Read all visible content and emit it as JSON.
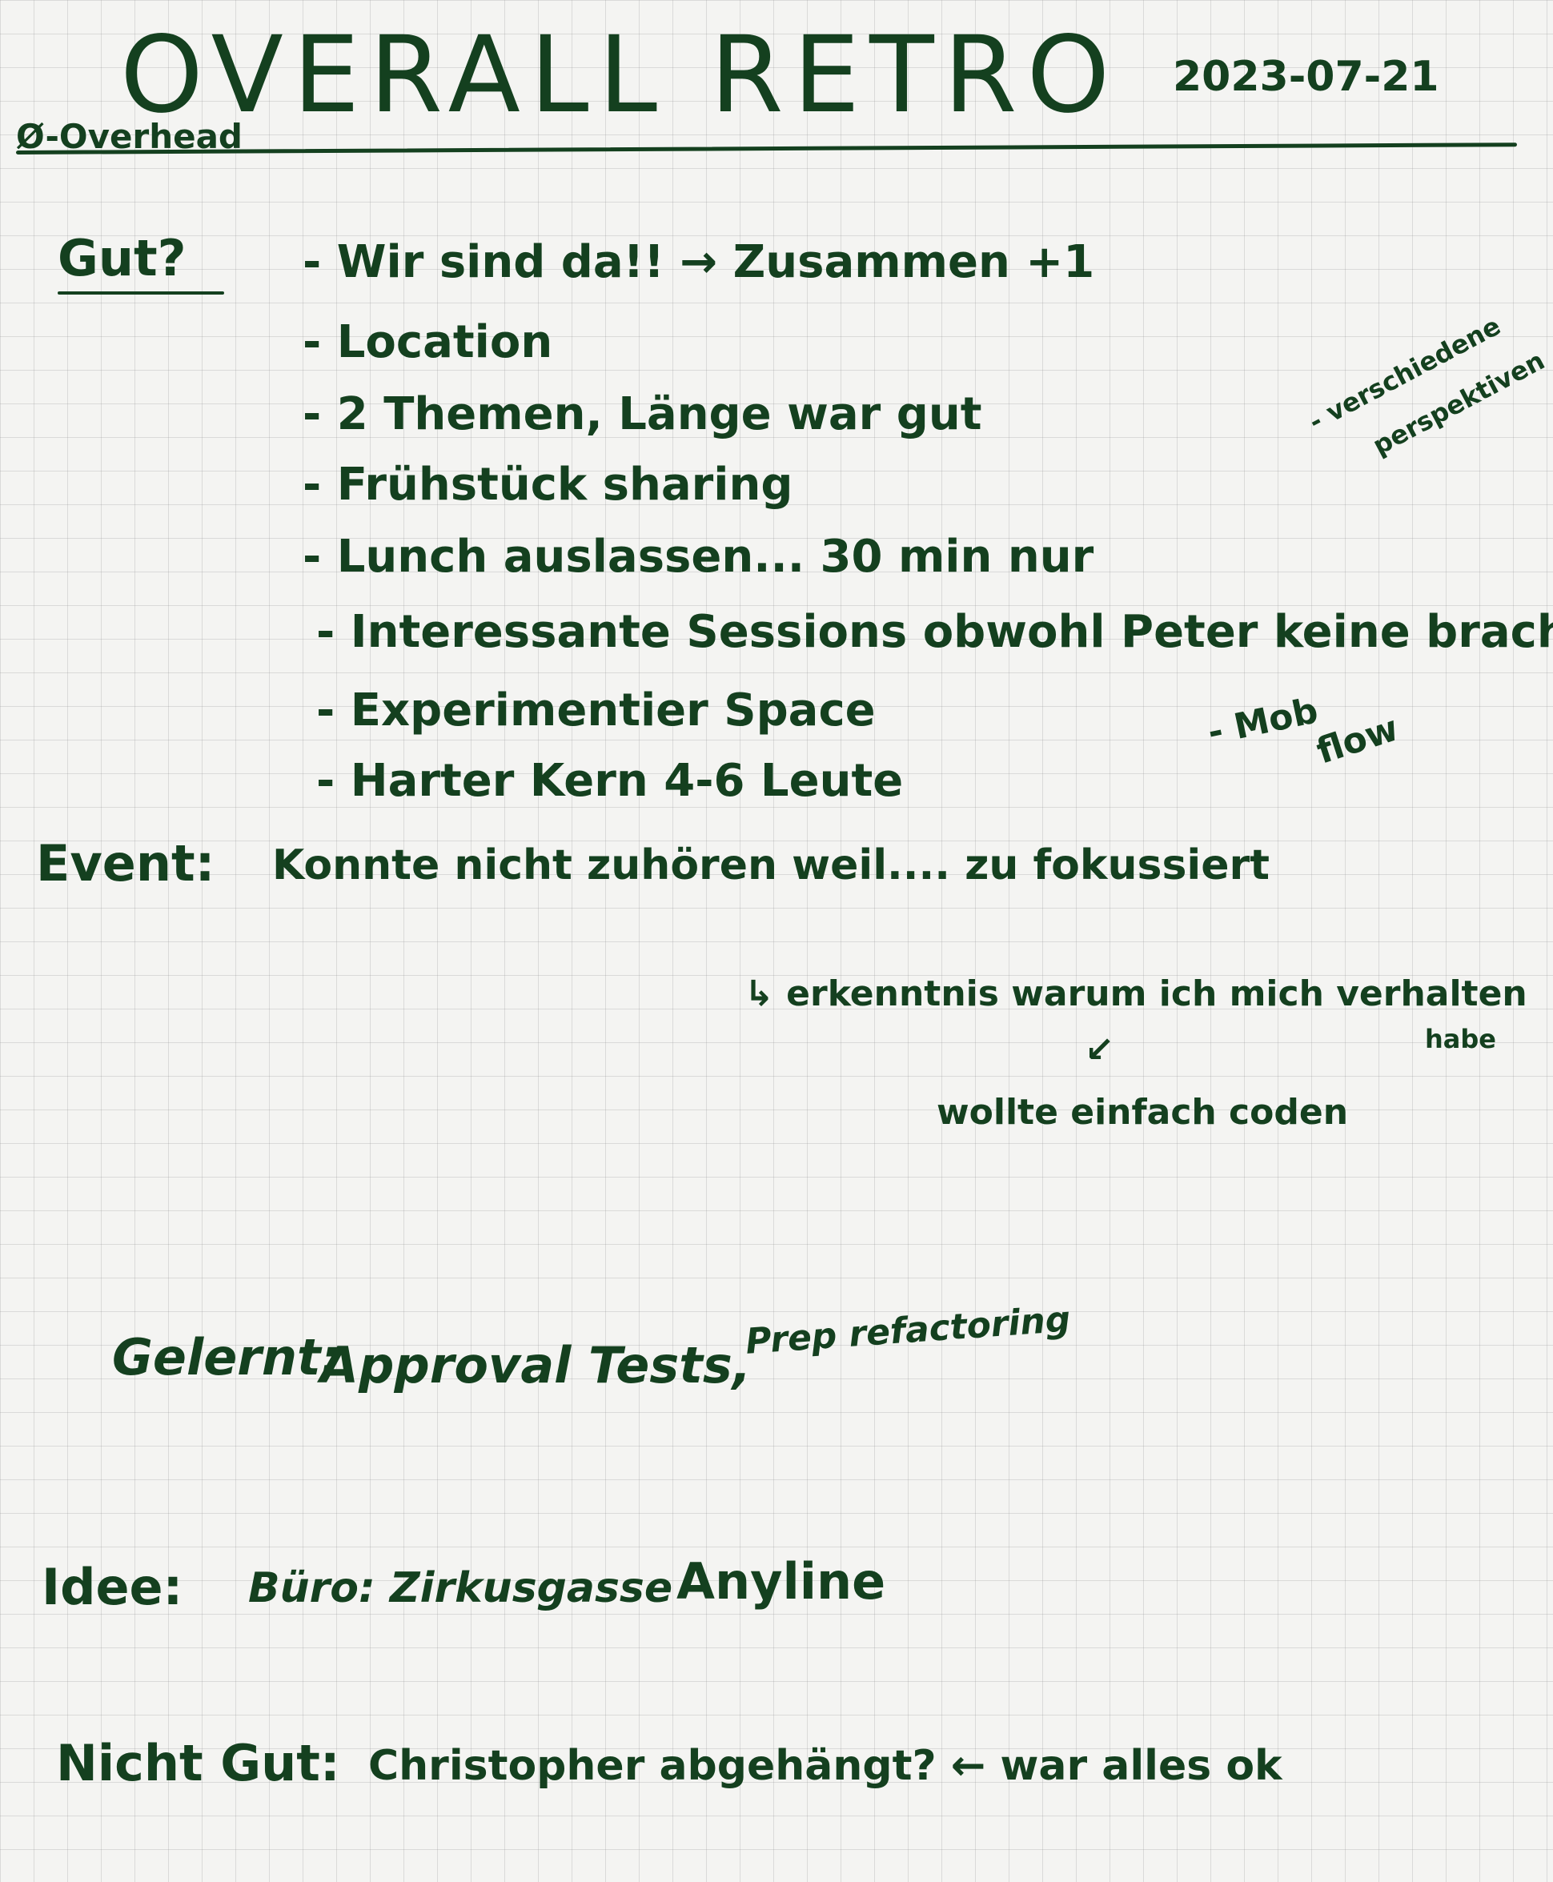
{
  "header": {
    "title": "OVERALL RETRO",
    "date": "2023-07-21",
    "subtitle": "Ø-Overhead"
  },
  "gut": {
    "label": "Gut?",
    "items": [
      "- Wir sind da!!  → Zusammen     +1",
      "- Location",
      "- 2 Themen, Länge war gut",
      "- Frühstück sharing",
      "- Lunch auslassen... 30 min nur",
      "- Interessante Sessions obwohl Peter keine brachte",
      "- Experimentier Space",
      "- Harter Kern 4-6 Leute"
    ],
    "side_note_1": "- verschiedene",
    "side_note_2": "perspektiven",
    "side_note_3": "- Mob",
    "side_note_4": "flow"
  },
  "event": {
    "label": "Event:",
    "text": "Konnte nicht zuhören weil.... zu fokussiert",
    "followup": "↳ erkenntnis warum ich mich verhalten",
    "followup_2": "habe",
    "followup_arrow": "↙",
    "followup_3": "wollte einfach coden"
  },
  "gelernt": {
    "label": "Gelernt:",
    "text": "Approval Tests,",
    "text_2": "Prep refactoring"
  },
  "idee": {
    "label": "Idee:",
    "text": "Büro: Zirkusgasse",
    "text_2": "Anyline"
  },
  "nicht_gut": {
    "label": "Nicht Gut:",
    "text": "Christopher abgehängt? ← war alles ok"
  }
}
